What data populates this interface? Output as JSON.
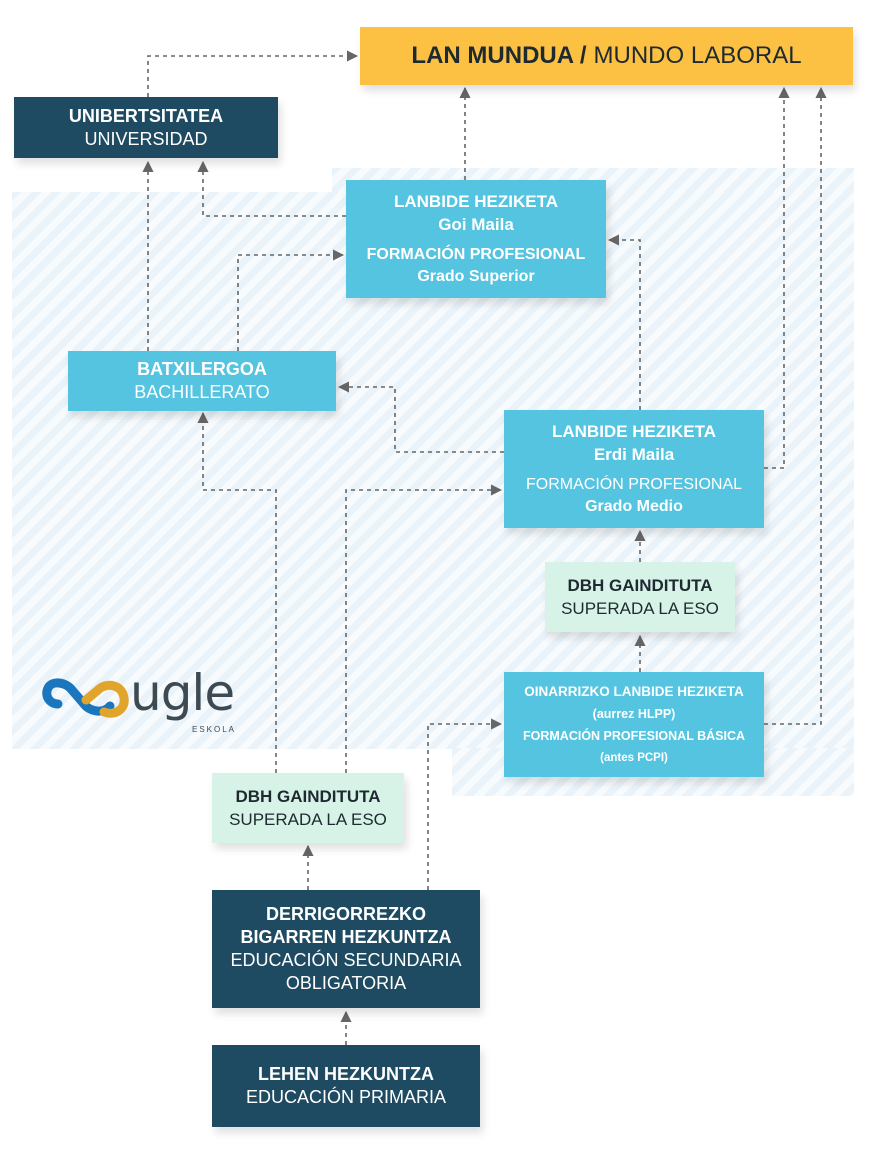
{
  "boxes": {
    "lan_mundua": {
      "eu": "LAN MUNDUA /",
      "es": "MUNDO LABORAL"
    },
    "unibertsitatea": {
      "eu": "UNIBERTSITATEA",
      "es": "UNIVERSIDAD"
    },
    "fp_goi": {
      "eu": "LANBIDE HEZIKETA",
      "eu_level": "Goi Maila",
      "es": "FORMACIÓN PROFESIONAL",
      "es_level": "Grado Superior"
    },
    "batxilergoa": {
      "eu": "BATXILERGOA",
      "es": "BACHILLERATO"
    },
    "fp_erdi": {
      "eu": "LANBIDE HEZIKETA",
      "eu_level": "Erdi Maila",
      "es": "FORMACIÓN PROFESIONAL",
      "es_level": "Grado Medio"
    },
    "dbh_right": {
      "eu": "DBH GAINDITUTA",
      "es": "SUPERADA LA ESO"
    },
    "fp_basic": {
      "eu": "OINARRIZKO LANBIDE HEZIKETA",
      "eu_note": "(aurrez HLPP)",
      "es": "FORMACIÓN PROFESIONAL BÁSICA",
      "es_note": "(antes PCPI)"
    },
    "dbh_left": {
      "eu": "DBH GAINDITUTA",
      "es": "SUPERADA LA ESO"
    },
    "dbh_oblig": {
      "eu_line1": "DERRIGORREZKO",
      "eu_line2": "BIGARREN HEZKUNTZA",
      "es_line1": "EDUCACIÓN SECUNDARIA",
      "es_line2": "OBLIGATORIA"
    },
    "lehen": {
      "eu": "LEHEN HEZKUNTZA",
      "es": "EDUCACIÓN PRIMARIA"
    }
  },
  "logo": {
    "name": "ugle",
    "sub": "ESKOLA"
  },
  "colors": {
    "dark": "#1e4b61",
    "light": "#55c4e0",
    "mint": "#d7f3e7",
    "gold": "#fcc142",
    "arrow": "#666666"
  }
}
